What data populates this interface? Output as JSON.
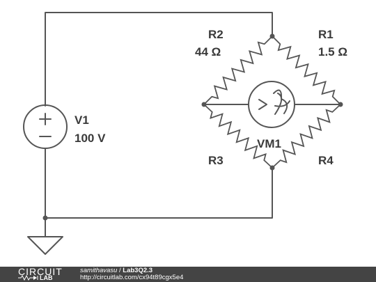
{
  "components": {
    "source": {
      "name": "V1",
      "value": "100 V"
    },
    "r1": {
      "name": "R1",
      "value": "1.5 Ω"
    },
    "r2": {
      "name": "R2",
      "value": "44 Ω"
    },
    "r3": {
      "name": "R3"
    },
    "r4": {
      "name": "R4"
    },
    "meter": {
      "name": "VM1"
    }
  },
  "footer": {
    "logo_top": "CIRCUIT",
    "logo_bottom": "LAB",
    "author": "samithavasu",
    "separator": " / ",
    "title": "Lab3Q2.3",
    "url": "http://circuitlab.com/cx94t89cgx5e4"
  },
  "colors": {
    "wire": "#555555",
    "footer_bg": "#444444"
  }
}
